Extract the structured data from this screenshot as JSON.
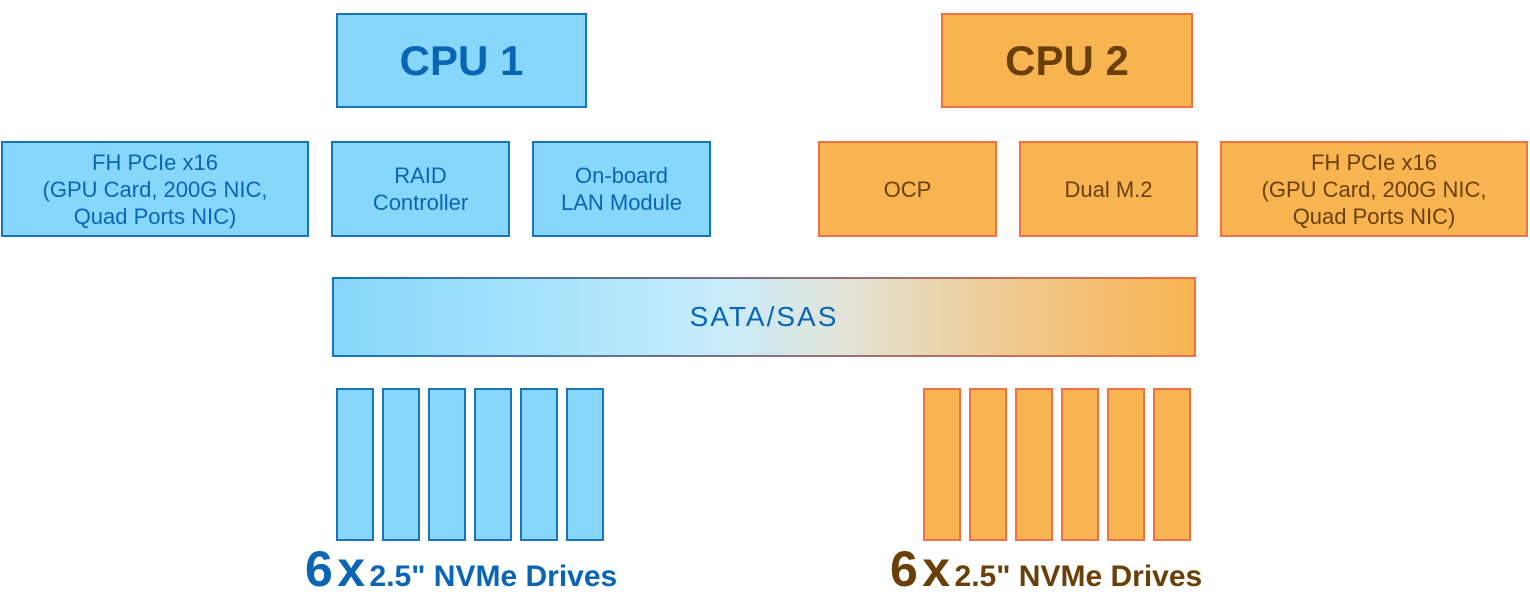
{
  "colors": {
    "cpu1_fill": "#87d7fb",
    "cpu1_border": "#1a74b8",
    "cpu1_text": "#0a66b4",
    "cpu2_fill": "#f8b450",
    "cpu2_border": "#ee7246",
    "cpu2_text": "#6b3f08"
  },
  "cpu1": {
    "label": "CPU 1",
    "slots": [
      {
        "line1": "FH PCIe x16",
        "line2": "(GPU Card, 200G NIC,",
        "line3": "Quad Ports NIC)"
      },
      {
        "line1": "RAID",
        "line2": "Controller"
      },
      {
        "line1": "On-board",
        "line2": "LAN Module"
      }
    ],
    "drives": {
      "count": 6,
      "count_label": "6",
      "times": "x",
      "description": "2.5\" NVMe Drives"
    }
  },
  "cpu2": {
    "label": "CPU 2",
    "slots": [
      {
        "line1": "OCP"
      },
      {
        "line1": "Dual M.2"
      },
      {
        "line1": "FH PCIe x16",
        "line2": "(GPU Card, 200G NIC,",
        "line3": "Quad Ports NIC)"
      }
    ],
    "drives": {
      "count": 6,
      "count_label": "6",
      "times": "x",
      "description": "2.5\" NVMe Drives"
    }
  },
  "bus": {
    "label": "SATA/SAS"
  }
}
